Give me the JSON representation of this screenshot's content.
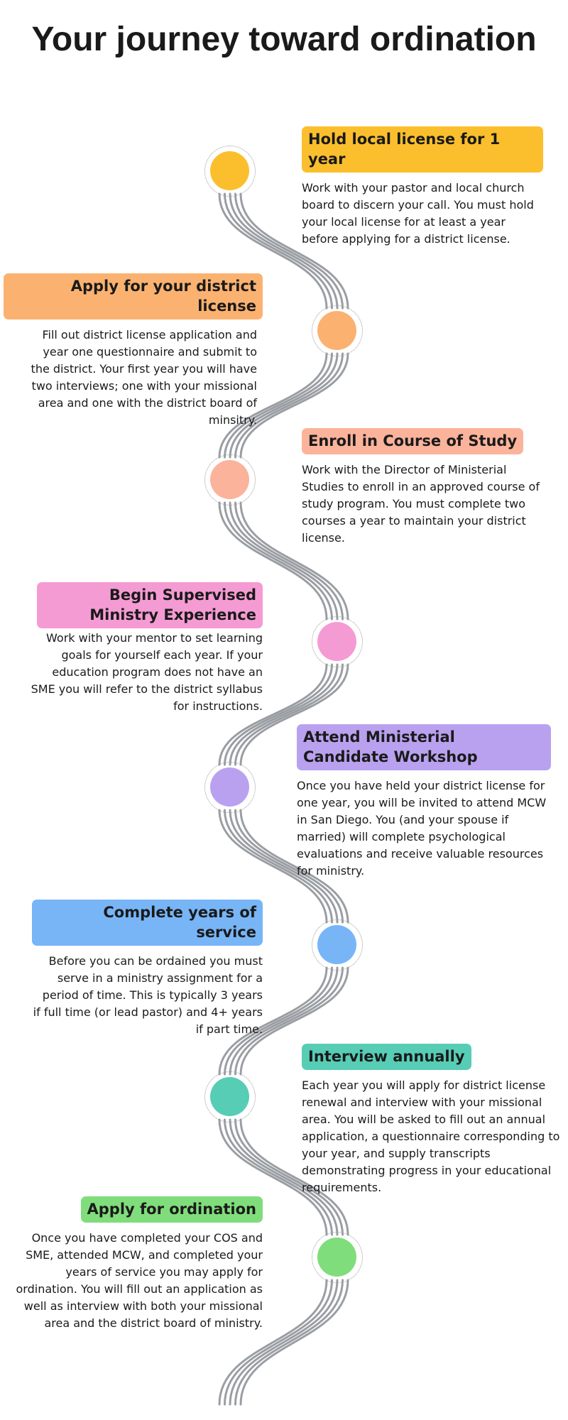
{
  "title": "Your journey toward ordination",
  "steps": [
    {
      "heading": "Hold local license for 1 year",
      "description": "Work with your pastor and local church board to discern your call. You must hold your local license for at least a year before applying for a district license.",
      "color": "#fbbf2d"
    },
    {
      "heading": "Apply for your district license",
      "description": "Fill out district license application and year one questionnaire and submit to the district. Your first year you will have two interviews; one with your missional area and one with the district board of minsitry.",
      "color": "#fbb270"
    },
    {
      "heading": "Enroll in Course of Study",
      "description": "Work with the Director of Ministerial Studies to enroll in an approved course of study program. You must complete two courses a year to maintain your district license.",
      "color": "#fbb39b"
    },
    {
      "heading": "Begin Supervised Ministry Experience",
      "description": "Work with your mentor to set learning goals for yourself each year. If your education program does not have an SME you will refer to the district syllabus for instructions.",
      "color": "#f59bd3"
    },
    {
      "heading": "Attend Ministerial Candidate Workshop",
      "description": "Once you have held your district license for one year, you will be invited to attend MCW in San Diego. You (and your spouse if married) will complete psychological evaluations and receive valuable resources for ministry.",
      "color": "#b9a1ef"
    },
    {
      "heading": "Complete years of service",
      "description": "Before you can be ordained you must serve in a ministry assignment for a period of time. This is typically 3 years if full time (or lead pastor) and 4+ years if part time.",
      "color": "#77b5f7"
    },
    {
      "heading": "Interview annually",
      "description": "Each year you will apply for district license renewal and interview with your missional area. You will be asked to fill out an annual application, a questionnaire corresponding to your year, and supply transcripts demonstrating progress in your educational requirements.",
      "color": "#57cdb6"
    },
    {
      "heading": "Apply for ordination",
      "description": "Once you have completed your COS and SME, attended MCW, and completed your years of service you may apply for ordination. You will fill out an application as well as interview with both your missional area and the district board of ministry.",
      "color": "#80dd7b"
    }
  ]
}
